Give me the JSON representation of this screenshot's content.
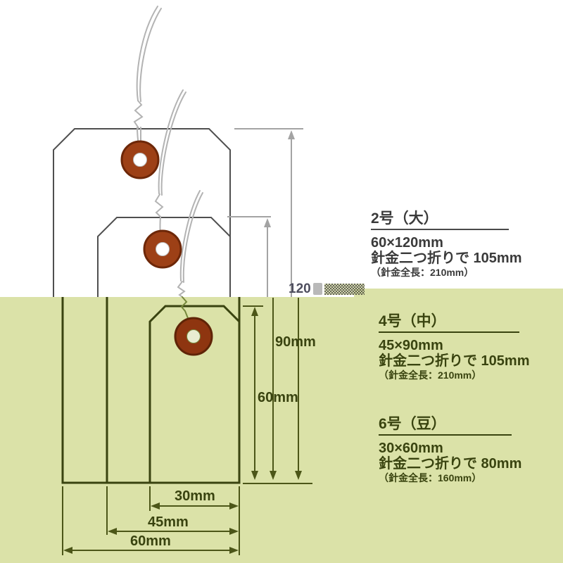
{
  "colors": {
    "background_top": "#ffffff",
    "background_panel": "#dbe2a8",
    "tag_outline_top": "#4f4f4f",
    "tag_outline_green": "#39430f",
    "wire_gray": "#b3b3b3",
    "wire_olive": "#76883c",
    "eyelet_fill": "#973b12",
    "eyelet_border": "#5f2407",
    "dim_gray": "#a3a3a3",
    "dim_olive": "#4c5618",
    "text_dark": "#3a3a3a",
    "text_olive": "#39430f"
  },
  "diagram_labels": {
    "height_120": "120",
    "height_90": "90mm",
    "height_60": "60mm",
    "width_30": "30mm",
    "width_45": "45mm",
    "width_60": "60mm"
  },
  "spec_blocks": [
    {
      "title": "2号（大）",
      "size": "60×120mm",
      "wire": "針金二つ折りで 105mm",
      "wire_total": "（針金全長：210mm）"
    },
    {
      "title": "4号（中）",
      "size": "45×90mm",
      "wire": "針金二つ折りで 105mm",
      "wire_total": "（針金全長：210mm）"
    },
    {
      "title": "6号（豆）",
      "size": "30×60mm",
      "wire": "針金二つ折りで 80mm",
      "wire_total": "（針金全長：160mm）"
    }
  ]
}
